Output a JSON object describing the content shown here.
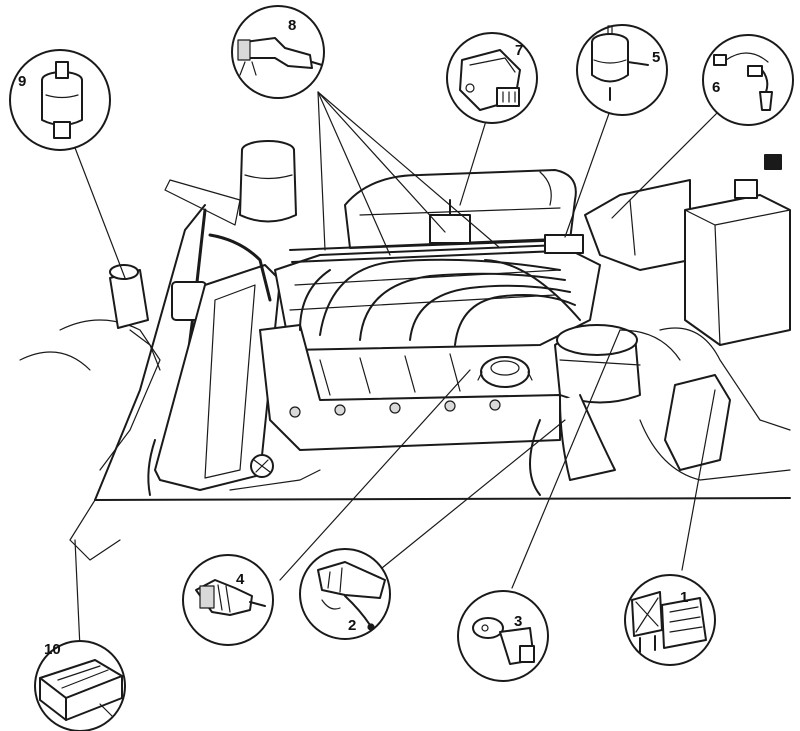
{
  "figure": {
    "callouts": [
      {
        "id": "c1",
        "label": "1"
      },
      {
        "id": "c2",
        "label": "2"
      },
      {
        "id": "c3",
        "label": "3"
      },
      {
        "id": "c4",
        "label": "4"
      },
      {
        "id": "c5",
        "label": "5"
      },
      {
        "id": "c6",
        "label": "6"
      },
      {
        "id": "c7",
        "label": "7"
      },
      {
        "id": "c8",
        "label": "8"
      },
      {
        "id": "c9",
        "label": "9"
      },
      {
        "id": "c10",
        "label": "10"
      }
    ]
  },
  "colors": {
    "ink": "#1a1a1a",
    "paper": "#ffffff",
    "shade": "#d9d9d9"
  }
}
